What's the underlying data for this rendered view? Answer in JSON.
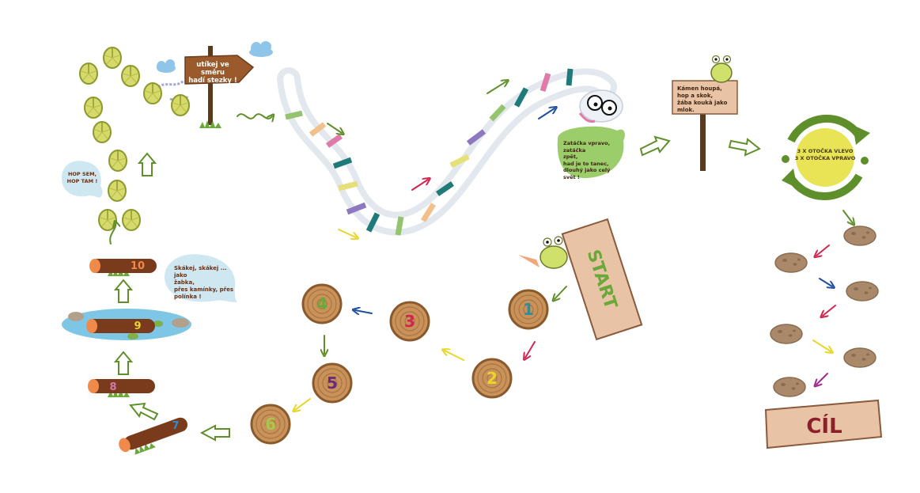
{
  "start": {
    "label": "START"
  },
  "finish": {
    "label": "CÍL"
  },
  "stumps": [
    "1",
    "2",
    "3",
    "4",
    "5",
    "6"
  ],
  "logs": [
    "7",
    "8",
    "9",
    "10"
  ],
  "bubbles": {
    "hop": [
      "HOP SEM,",
      "HOP TAM !"
    ],
    "frog": [
      "Skákej, skákej ... jako",
      "žabka,",
      "přes kamínky, přes",
      "polínka !"
    ],
    "snake": [
      "Zatáčka vpravo, zatáčka",
      "zpět,",
      "had je to tanec,",
      "dlouhý jako celý svět !"
    ]
  },
  "signs": {
    "snake_sign": [
      "utíkej ve směru",
      "hadí stezky !"
    ],
    "stone_sign": [
      "Kámen houpá,",
      "hop a skok,",
      "žába koukā jako mlok."
    ]
  },
  "loop": [
    "3 X OTOČKA VLEVO",
    "3 X OTOČKA VPRAVO"
  ],
  "colors": {
    "wood": "#c9925a",
    "log": "#7a3b1c",
    "green": "#5f8f2a",
    "lime": "#e8e456",
    "bubble_blue": "#cfe7f1",
    "bubble_green": "#9ccd6b",
    "stone": "#a9896a",
    "sign_wood": "#e9c3a6",
    "cil_text": "#8b1f2a"
  }
}
